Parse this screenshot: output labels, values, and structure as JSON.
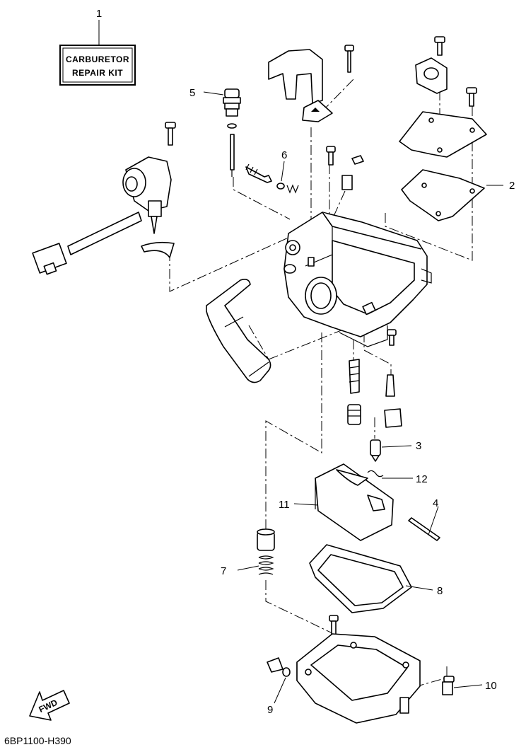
{
  "kit_label": {
    "line1": "CARBURETOR",
    "line2": "REPAIR KIT"
  },
  "fwd_label": "FWD",
  "drawing_code": "6BP1100-H390",
  "callouts": [
    "1",
    "2",
    "3",
    "4",
    "5",
    "6",
    "7",
    "8",
    "9",
    "10",
    "11",
    "12"
  ]
}
